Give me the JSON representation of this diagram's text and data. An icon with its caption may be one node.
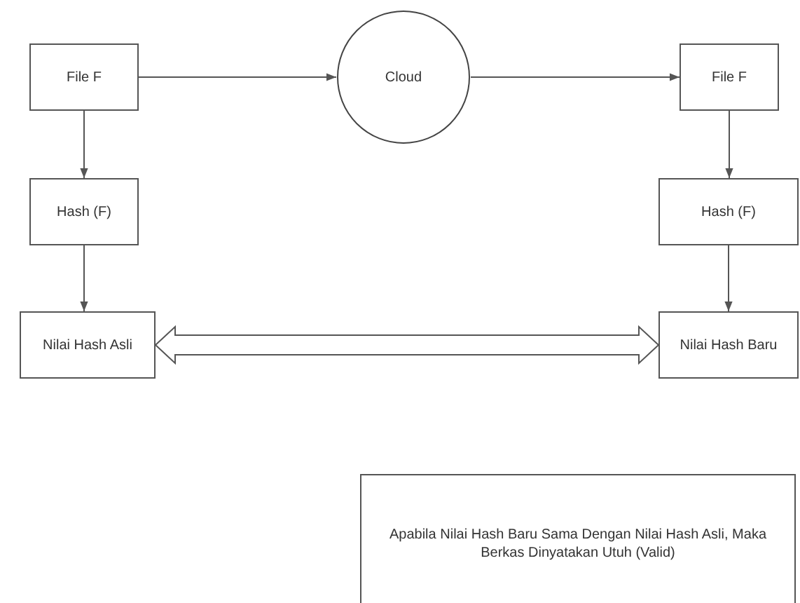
{
  "diagram": {
    "nodes": [
      {
        "text": [
          "File F"
        ]
      },
      {
        "text": [
          "Cloud"
        ]
      },
      {
        "text": [
          "File F"
        ]
      },
      {
        "text": [
          "Hash (F)"
        ]
      },
      {
        "text": [
          "Hash (F)"
        ]
      },
      {
        "text": [
          "Nilai Hash Asli"
        ]
      },
      {
        "text": [
          "Nilai Hash Baru"
        ]
      },
      {
        "text": [
          "Apabila Nilai Hash Baru Sama Dengan Nilai Hash Asli, Maka Berkas Dinyatakan Utuh (Valid)"
        ]
      }
    ],
    "edges": [
      {
        "from": 0,
        "to": 1,
        "arrow": "to"
      },
      {
        "from": 1,
        "to": 2,
        "arrow": "to"
      },
      {
        "from": 0,
        "to": 3,
        "arrow": "to"
      },
      {
        "from": 3,
        "to": 5,
        "arrow": "to"
      },
      {
        "from": 2,
        "to": 4,
        "arrow": "to"
      },
      {
        "from": 4,
        "to": 6,
        "arrow": "to"
      },
      {
        "from": 5,
        "to": 6,
        "arrow": "both",
        "style": "thick"
      }
    ]
  }
}
